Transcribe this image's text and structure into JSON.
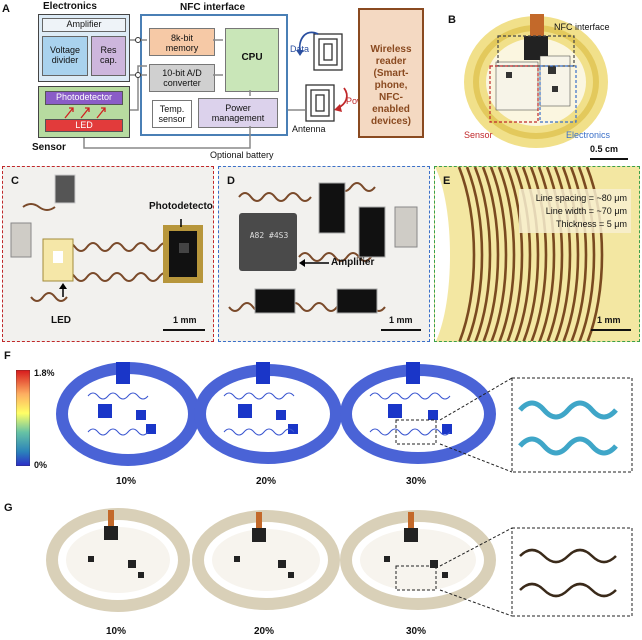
{
  "panel_a": {
    "letter": "A",
    "electronics_title": "Electronics",
    "amplifier": "Amplifier",
    "voltage_divider": "Voltage divider",
    "res_cap": "Res cap.",
    "nfc_title": "NFC interface",
    "memory": "8k-bit memory",
    "adc": "10-bit A/D converter",
    "cpu": "CPU",
    "temp_sensor": "Temp. sensor",
    "power_management": "Power management",
    "sensor_label": "Sensor",
    "photodetector": "Photodetector",
    "led": "LED",
    "antenna": "Antenna",
    "data": "Data",
    "power": "Power",
    "reader": "Wireless reader (Smart-phone, NFC-enabled devices)",
    "optional_battery": "Optional battery"
  },
  "panel_b": {
    "letter": "B",
    "nfc_interface": "NFC interface",
    "sensor": "Sensor",
    "electronics": "Electronics",
    "scale": "0.5 cm"
  },
  "panel_c": {
    "letter": "C",
    "photodetector": "Photodetector",
    "led": "LED",
    "scale": "1 mm"
  },
  "panel_d": {
    "letter": "D",
    "amplifier": "Amplifier",
    "chip_text": "A82 #4S3",
    "scale": "1 mm"
  },
  "panel_e": {
    "letter": "E",
    "line_spacing": "Line spacing = ~80 μm",
    "line_width": "Line width = ~70 μm",
    "thickness": "Thickness = 5 μm",
    "scale": "1 mm"
  },
  "panel_f": {
    "letter": "F",
    "colorbar_max": "1.8%",
    "colorbar_min": "0%",
    "strains": [
      "10%",
      "20%",
      "30%"
    ]
  },
  "panel_g": {
    "letter": "G",
    "strains": [
      "10%",
      "20%",
      "30%"
    ]
  },
  "colors": {
    "electronics_bg": "#c9dff0",
    "sensor_fill": "#b7dba0",
    "nfc_border": "#4a7fb5",
    "memory_fill": "#f6c9a6",
    "cpu_fill": "#c9e6b8",
    "adc_fill": "#d0d0d0",
    "reader_fill": "#f4d9c2",
    "reader_border": "#8a4a20",
    "photodetector_fill": "#8a5cc7",
    "led_fill": "#e23b3b",
    "data_color": "#2a4fa0",
    "power_color": "#c0282a",
    "sensor_dash": "#c0282a",
    "electronics_dash": "#3a6fc8",
    "panel_e_dash": "#3aa04a",
    "gold": "#e6c75a",
    "fem_blue": "#4a63d6"
  }
}
